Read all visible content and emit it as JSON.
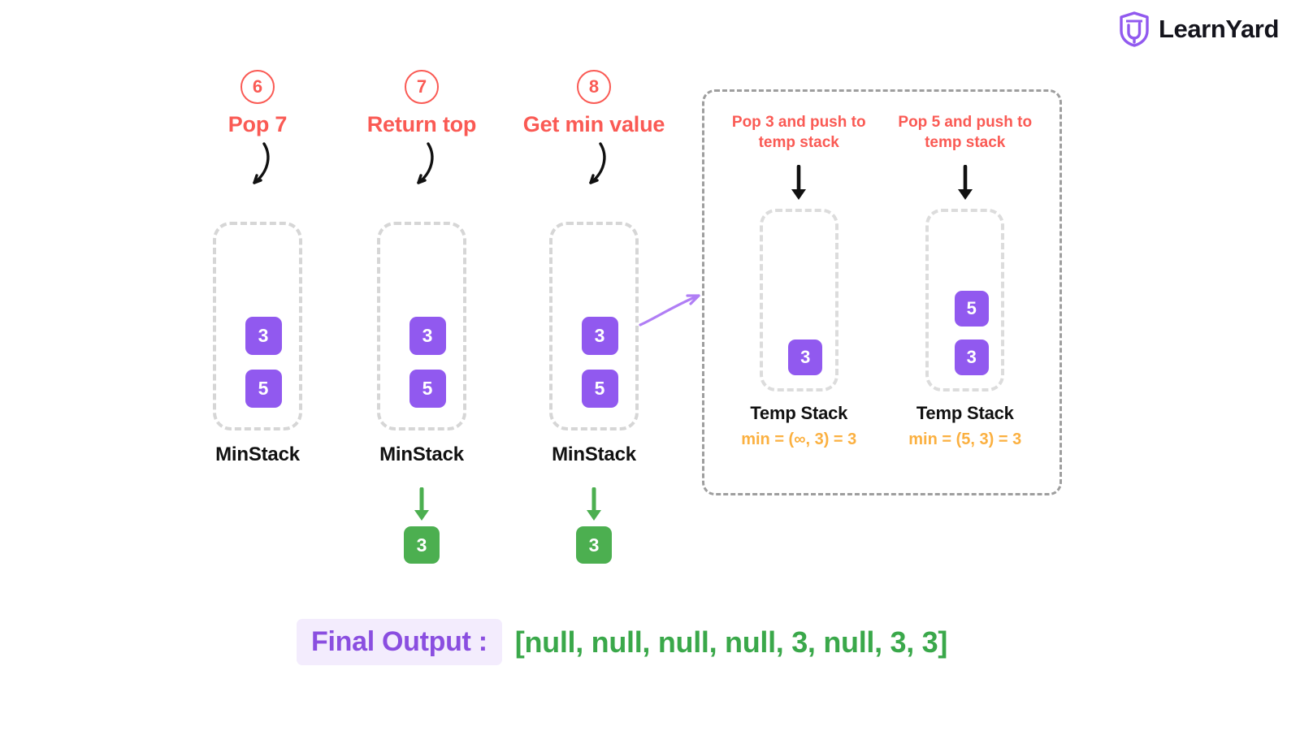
{
  "brand": {
    "name": "LearnYard",
    "logo_icon": "shield-logo-icon",
    "accent": "#9159ef"
  },
  "colors": {
    "step_red": "#fa5a54",
    "cell_purple": "#9159ef",
    "result_green": "#4caf50",
    "min_orange": "#fbb040",
    "final_purple": "#8a4ee0",
    "final_green": "#3aa84a",
    "dashed_gray": "#d6d6d6"
  },
  "steps": [
    {
      "number": "6",
      "title": "Pop 7",
      "stack": {
        "label": "MinStack",
        "cells": [
          "3",
          "5"
        ]
      },
      "result": null
    },
    {
      "number": "7",
      "title": "Return top",
      "stack": {
        "label": "MinStack",
        "cells": [
          "3",
          "5"
        ]
      },
      "result": "3"
    },
    {
      "number": "8",
      "title": "Get min value",
      "stack": {
        "label": "MinStack",
        "cells": [
          "3",
          "5"
        ]
      },
      "result": "3"
    }
  ],
  "detail_panel": {
    "columns": [
      {
        "heading": "Pop 3 and push to temp stack",
        "label": "Temp Stack",
        "cells": [
          "3"
        ],
        "min_expression": "min = (∞, 3) = 3"
      },
      {
        "heading": "Pop 5 and push to temp stack",
        "label": "Temp Stack",
        "cells": [
          "5",
          "3"
        ],
        "min_expression": "min = (5, 3) = 3"
      }
    ]
  },
  "final_output": {
    "label": "Final Output :",
    "value": "[null, null, null, null, 3, null, 3, 3]"
  }
}
